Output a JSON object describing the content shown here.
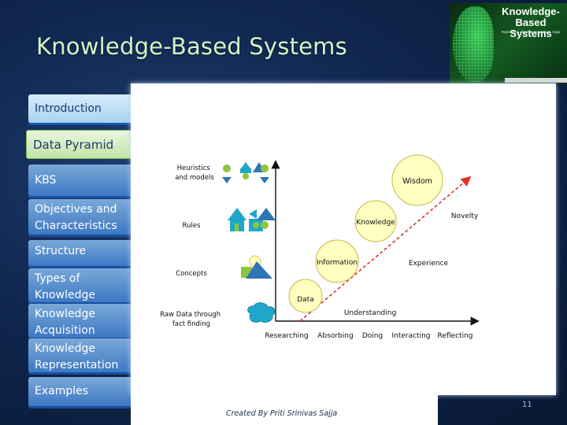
{
  "slide": {
    "title": "Knowledge-Based  Systems",
    "page_number": "11",
    "credit": "Created By Priti Srinivas Sajja"
  },
  "book_cover": {
    "title_line1": "Knowledge-Based",
    "title_line2": "Systems",
    "authors": "Rajendra A. Akerkar and Priti S. Sajja"
  },
  "sidebar": {
    "items": [
      {
        "label": "Introduction"
      },
      {
        "label": "Data Pyramid"
      },
      {
        "label": "KBS"
      },
      {
        "label": "Objectives and Characteristics"
      },
      {
        "label": "Structure"
      },
      {
        "label": "Types of Knowledge"
      },
      {
        "label": "Knowledge Acquisition"
      },
      {
        "label": "Knowledge Representation"
      },
      {
        "label": "Examples"
      }
    ]
  },
  "diagram": {
    "left_labels": {
      "heuristics": "Heuristics and models",
      "rules": "Rules",
      "concepts": "Concepts",
      "raw_data": "Raw Data through fact finding"
    },
    "circles": {
      "wisdom": "Wisdom",
      "knowledge": "Knowledge",
      "information": "Information",
      "data": "Data"
    },
    "axis_labels": {
      "researching": "Researching",
      "absorbing": "Absorbing",
      "doing": "Doing",
      "interacting": "Interacting",
      "reflecting": "Reflecting"
    },
    "diagonal_labels": {
      "understanding": "Understanding",
      "experience": "Experience",
      "novelty": "Novelty"
    },
    "colors": {
      "circle_fill": "#ffffc0",
      "circle_stroke": "#c8b84a",
      "shape_green": "#8cc63f",
      "shape_blue": "#2e75b6",
      "shape_teal": "#1fa7c9",
      "arrow_red": "#e0302c"
    }
  }
}
